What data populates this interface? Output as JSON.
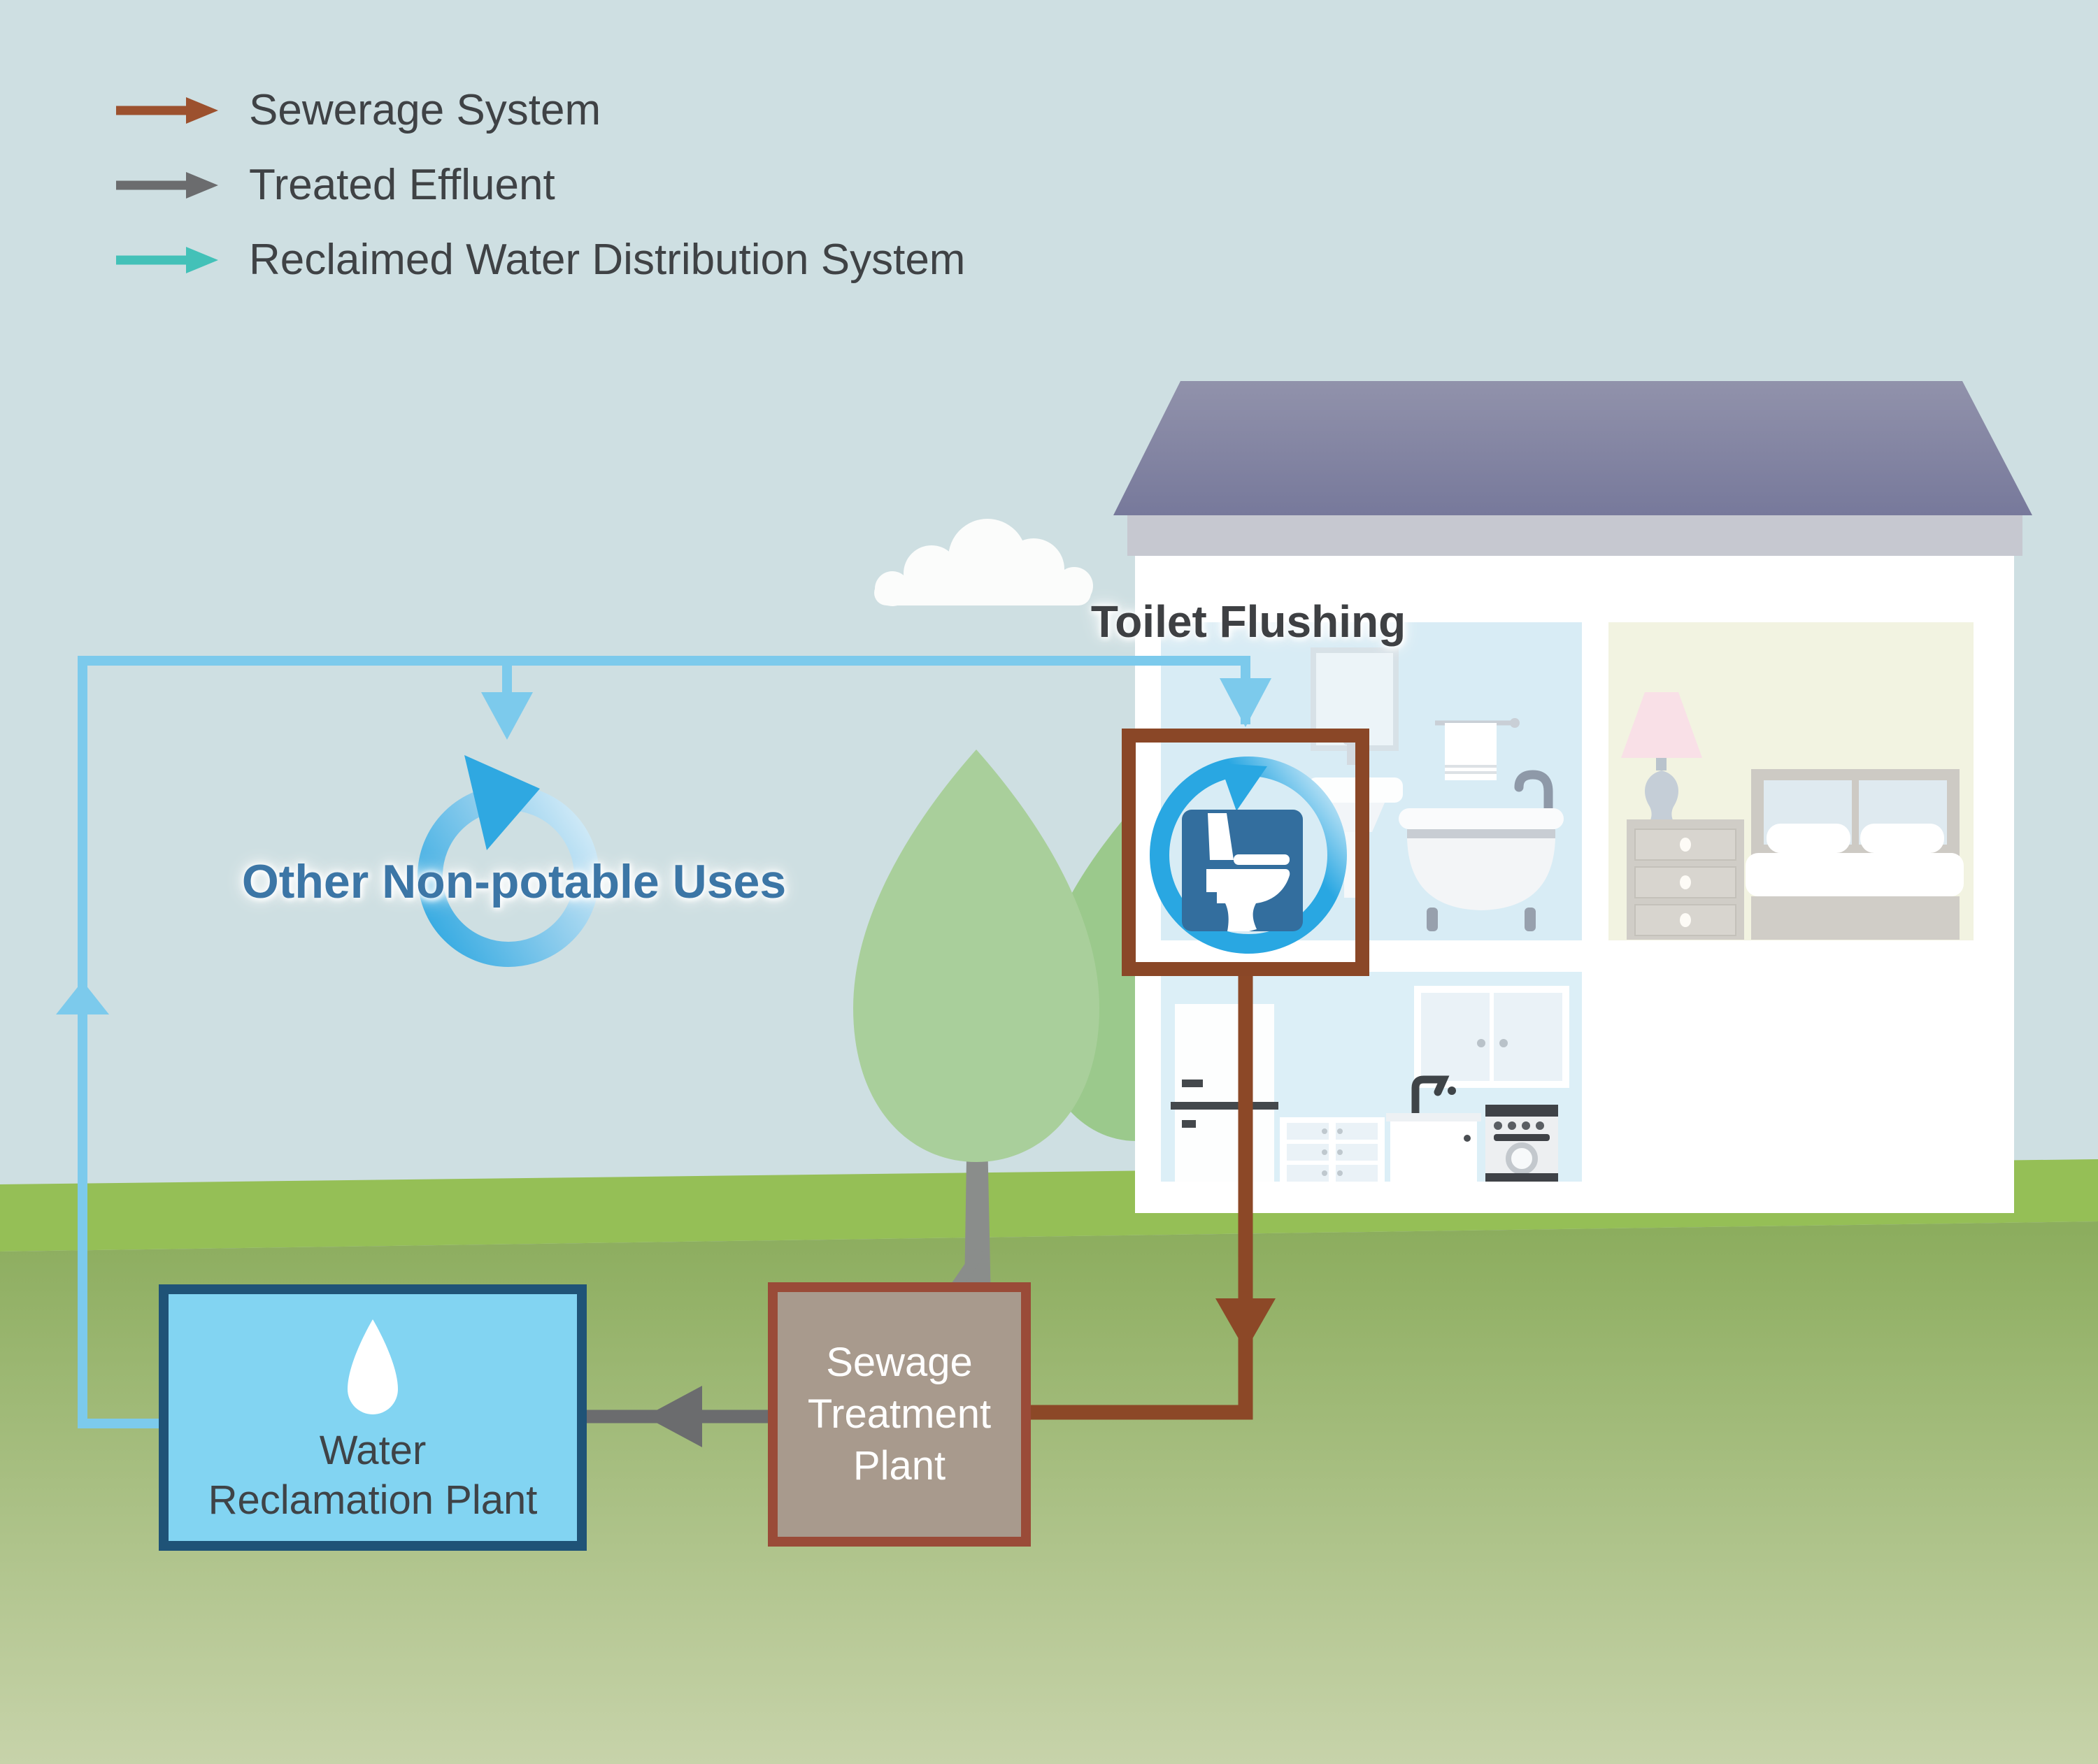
{
  "legend": {
    "items": [
      {
        "id": "sewerage-system",
        "label": "Sewerage System",
        "color": "#9C512E"
      },
      {
        "id": "treated-effluent",
        "label": "Treated Effluent",
        "color": "#6B6C6E"
      },
      {
        "id": "reclaimed-water",
        "label": "Reclaimed Water Distribution System",
        "color": "#43C1B8"
      }
    ]
  },
  "labels": {
    "toilet_flushing": "Toilet Flushing",
    "other_non_potable": "Other Non-potable Uses"
  },
  "nodes": {
    "water_reclamation_plant": {
      "line1": "Water",
      "line2": "Reclamation Plant",
      "fill": "#82D4F2",
      "border": "#1F5377"
    },
    "sewage_treatment_plant": {
      "line1": "Sewage",
      "line2": "Treatment",
      "line3": "Plant",
      "fill": "#A89A8D",
      "border": "#9A4B38"
    }
  },
  "icons": {
    "legend_arrows": "arrow-right-icon",
    "water_reclamation": "water-drop-icon",
    "toilet_flushing": "toilet-recycle-icon",
    "other_uses": "recycle-loop-icon"
  },
  "colors": {
    "sky": "#CEDFE2",
    "grass_band": "#95BF56",
    "ground_top": "#8CAD5E",
    "ground_bottom": "#C7D3AA",
    "sewerage_pipe": "#8C4827",
    "treated_effluent_pipe": "#6B6C6E",
    "reclaimed_pipe": "#7CCAEC",
    "recycle_ring": "#2FA8E1",
    "toilet_tile": "#336E9E",
    "roof": "#8F90A9"
  }
}
